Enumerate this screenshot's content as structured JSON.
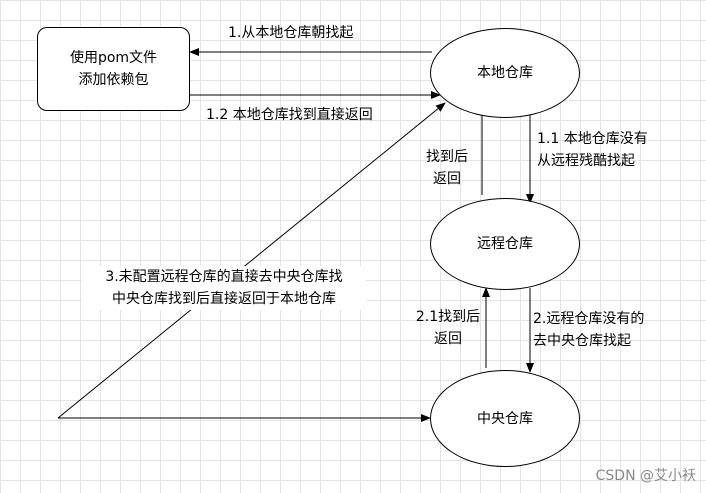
{
  "nodes": {
    "pom": {
      "line1": "使用pom文件",
      "line2": "添加依赖包"
    },
    "local": {
      "label": "本地仓库"
    },
    "remote": {
      "label": "远程仓库"
    },
    "central": {
      "label": "中央仓库"
    }
  },
  "edges": {
    "e1": {
      "line1": "1.从本地仓库朝找起"
    },
    "e12": {
      "line1": "1.2  本地仓库找到直接返回"
    },
    "e11": {
      "line1": "1.1  本地仓库没有",
      "line2": "从远程残酷找起"
    },
    "found_back": {
      "line1": "找到后",
      "line2": "返回"
    },
    "e2": {
      "line1": "2.远程仓库没有的",
      "line2": "去中央仓库找起"
    },
    "e21": {
      "line1": "2.1找到后",
      "line2": "返回"
    },
    "e3": {
      "line1": "3.未配置远程仓库的直接去中央仓库找",
      "line2": "中央仓库找到后直接返回于本地仓库"
    }
  },
  "watermark": "CSDN @艾小袄"
}
